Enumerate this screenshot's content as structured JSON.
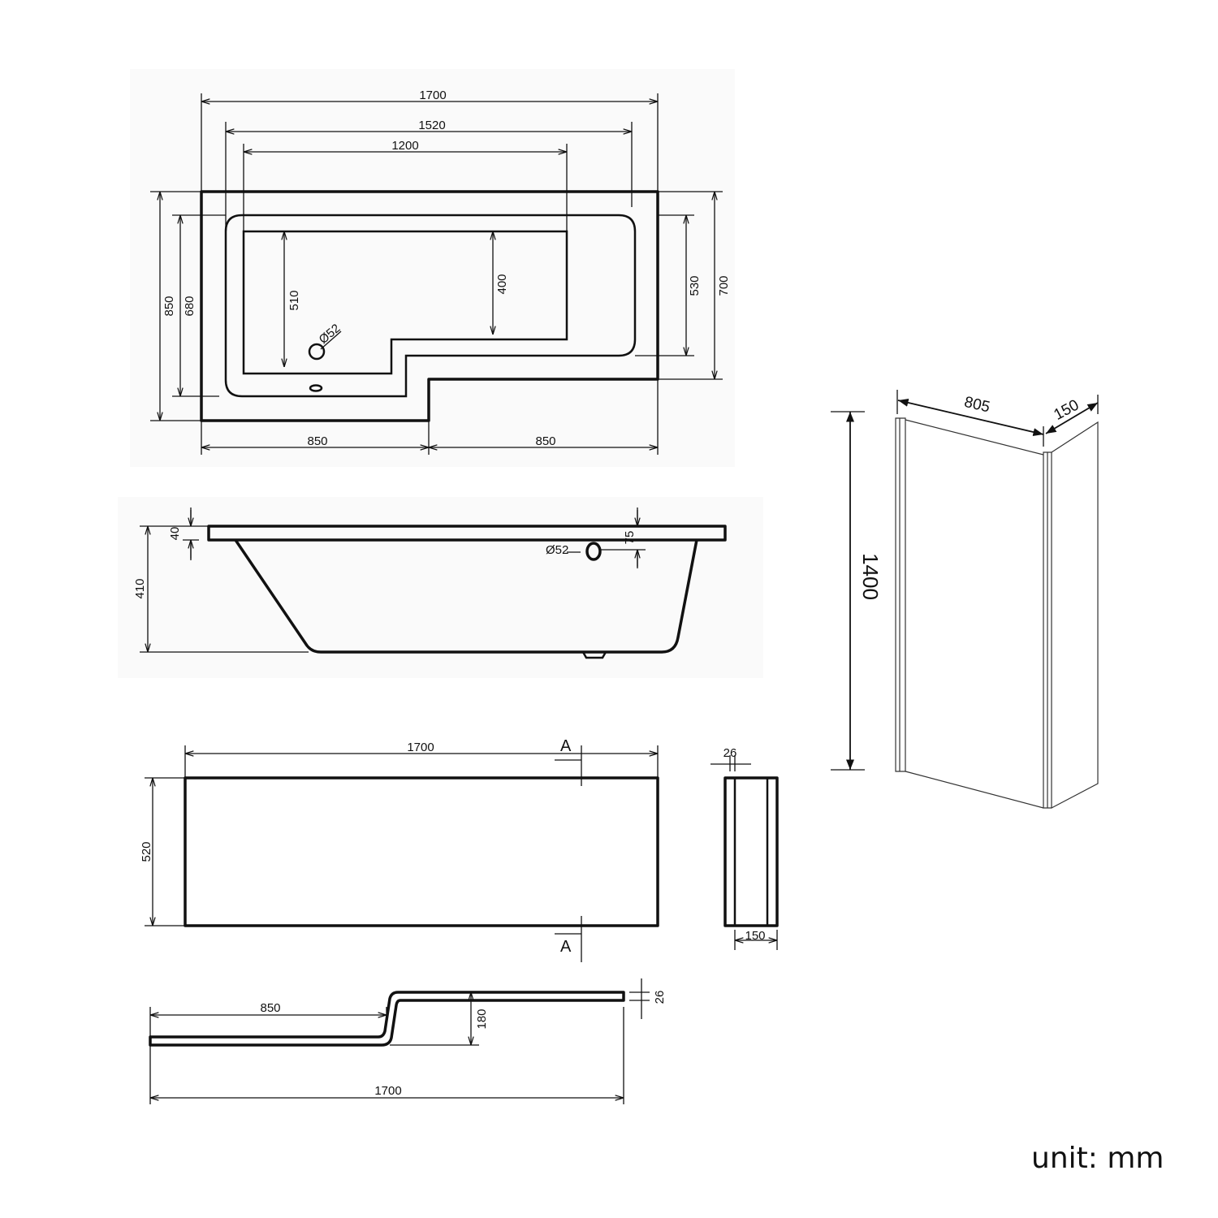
{
  "plan_view": {
    "overall_length": "1700",
    "inner_length": "1520",
    "basin_length": "1200",
    "overall_width": "850",
    "rim_width": "680",
    "basin_width": "510",
    "basin_narrow_width": "400",
    "narrow_rim_width": "530",
    "narrow_width": "700",
    "wide_section": "850",
    "narrow_section": "850",
    "drain_diameter": "Ø52"
  },
  "side_view": {
    "rim_thickness": "40",
    "depth": "410",
    "overflow_offset": "75",
    "overflow_diameter": "Ø52"
  },
  "front_panel": {
    "length": "1700",
    "height": "520",
    "section_marker_top": "A",
    "section_marker_bottom": "A"
  },
  "end_panel": {
    "thickness": "26",
    "width": "150"
  },
  "panel_profile": {
    "step_offset": "850",
    "total_length": "1700",
    "step_height": "180",
    "thickness": "26"
  },
  "shower_screen": {
    "height": "1400",
    "width": "805",
    "return_width": "150"
  },
  "unit_label": "unit: mm"
}
